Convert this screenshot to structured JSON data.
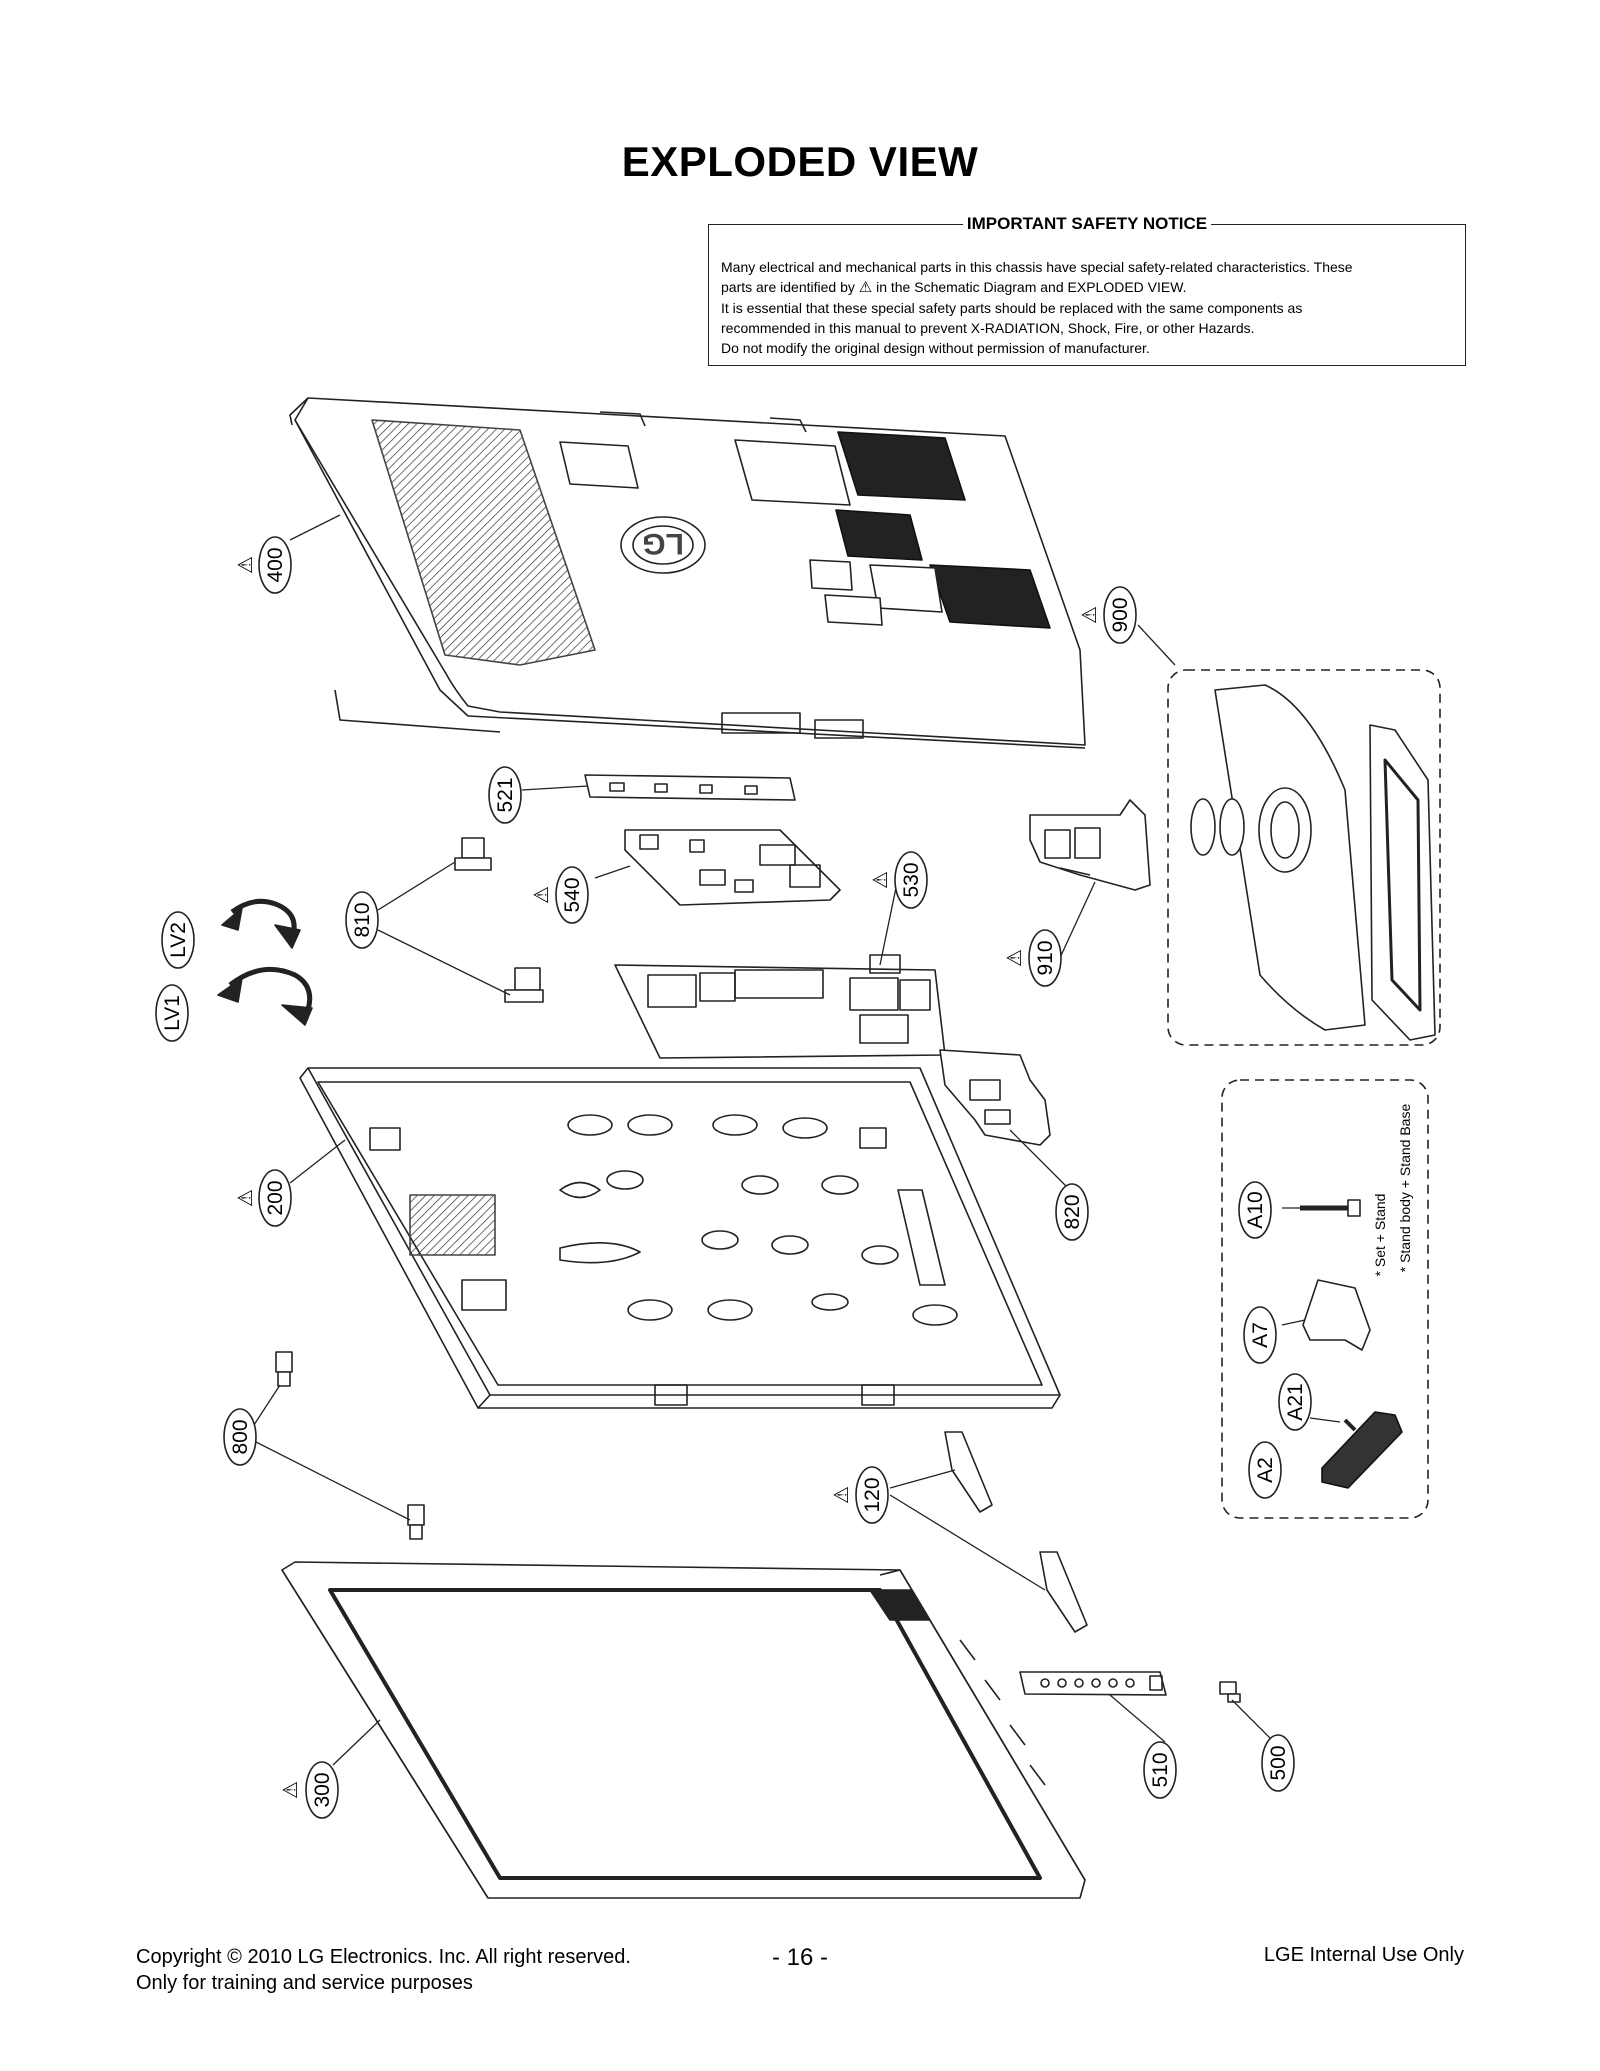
{
  "title": "EXPLODED VIEW",
  "notice": {
    "heading": "IMPORTANT SAFETY NOTICE",
    "line1": "Many electrical and mechanical parts in this chassis have special safety-related characteristics. These",
    "line2a": "parts are identified by",
    "line2b": "in the Schematic Diagram and EXPLODED VIEW.",
    "line3": "It is essential that these special safety parts should be replaced with the same components as",
    "line4": "recommended in this manual to prevent X-RADIATION, Shock, Fire, or other Hazards.",
    "line5": "Do not modify the original design without permission of manufacturer.",
    "warning_glyph": "⚠"
  },
  "parts": {
    "p400": "400",
    "p900": "900",
    "p521": "521",
    "p810": "810",
    "p540": "540",
    "p530": "530",
    "p910": "910",
    "lv2": "LV2",
    "lv1": "LV1",
    "p200": "200",
    "p820": "820",
    "p800": "800",
    "p120": "120",
    "p300": "300",
    "p510": "510",
    "p500": "500",
    "a10": "A10",
    "a7": "A7",
    "a21": "A21",
    "a2": "A2"
  },
  "stand_notes": {
    "note1": "* Set + Stand",
    "note2": "* Stand body + Stand Base"
  },
  "logo_text": "LG",
  "warning_symbol": "⚠",
  "footer": {
    "copyright_line1": "Copyright © 2010 LG Electronics. Inc. All right reserved.",
    "copyright_line2": "Only for training and service purposes",
    "page_number": "- 16 -",
    "internal": "LGE Internal Use Only"
  }
}
